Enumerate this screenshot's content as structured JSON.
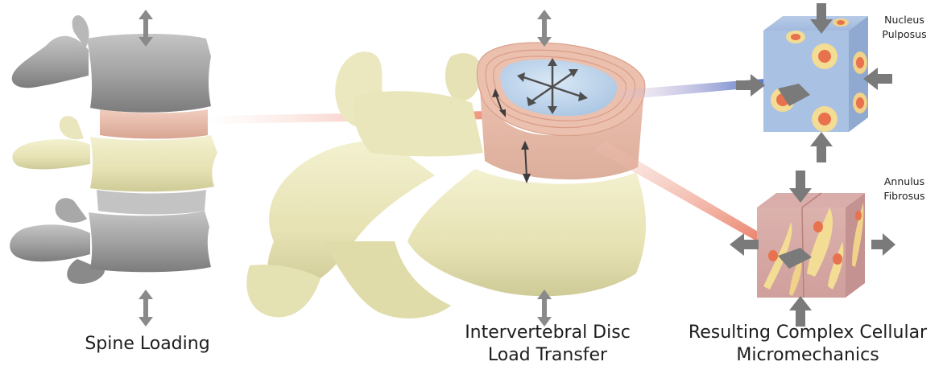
{
  "panels": {
    "spine": {
      "caption": "Spine Loading"
    },
    "disc": {
      "caption_line1": "Intervertebral Disc",
      "caption_line2": "Load Transfer"
    },
    "cellular": {
      "caption_line1": "Resulting Complex Cellular",
      "caption_line2": "Micromechanics"
    }
  },
  "cubes": {
    "nucleus": {
      "label_line1": "Nucleus",
      "label_line2": "Pulposus"
    },
    "annulus": {
      "label_line1": "Annulus",
      "label_line2": "Fibrosus"
    }
  },
  "colors": {
    "bone_gray": "#a9a9a9",
    "bone_cream": "#ece9bf",
    "disc_pink": "#e7b8a6",
    "nucleus_blue": "#b9d3ec",
    "arrow_gray": "#7f7f7f",
    "cell_orange": "#e8714e",
    "cell_yellow": "#f3dc94"
  }
}
